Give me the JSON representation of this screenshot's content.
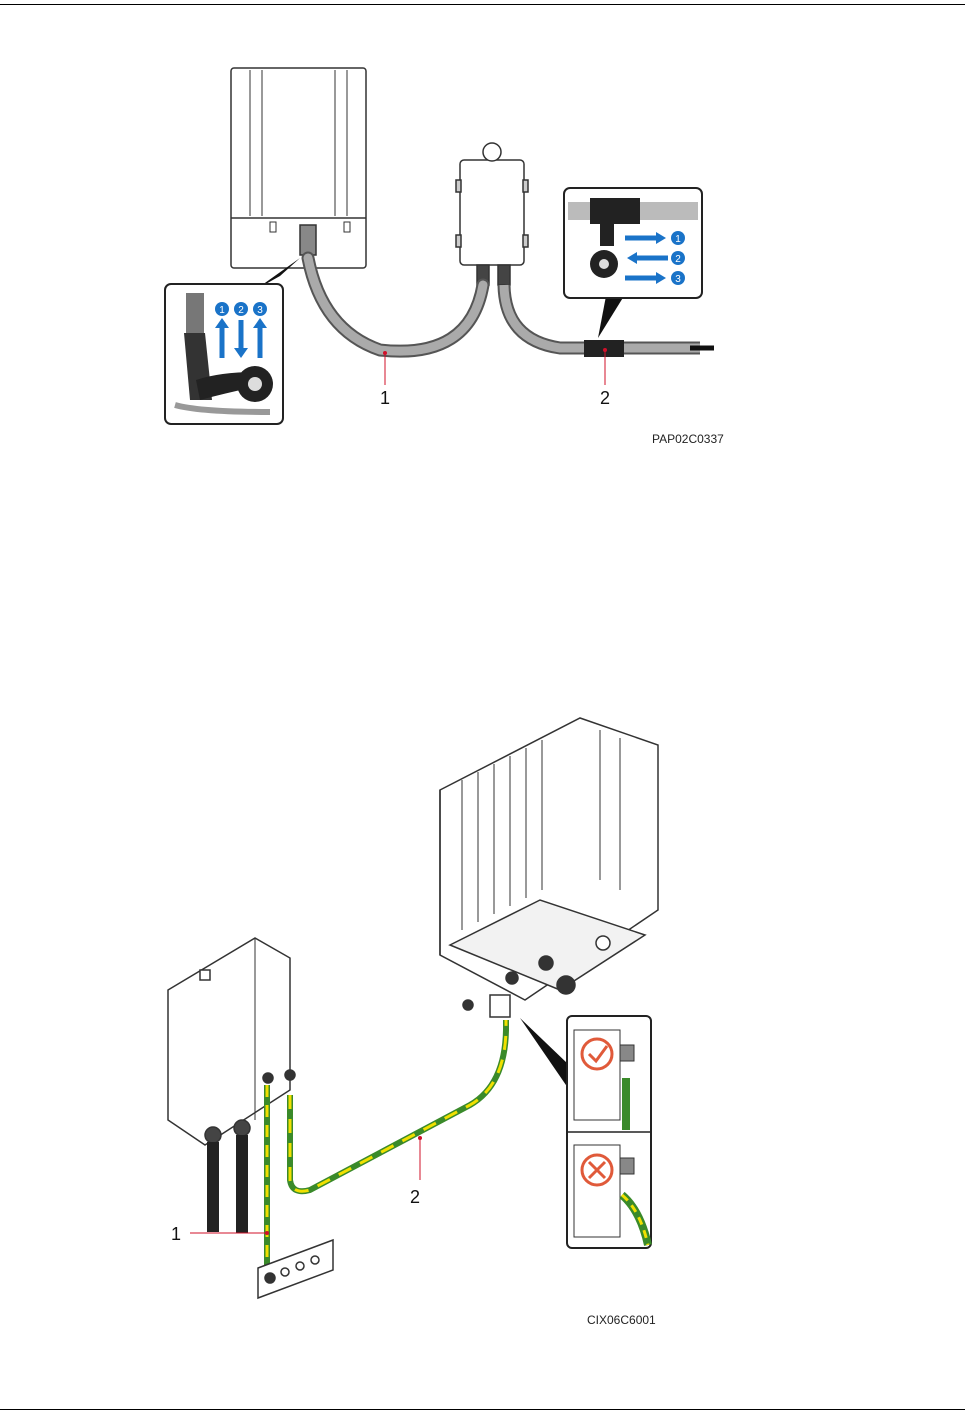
{
  "figure1": {
    "callouts": [
      "1",
      "2"
    ],
    "steps_left": [
      "1",
      "2",
      "3"
    ],
    "steps_right": [
      "1",
      "2",
      "3"
    ],
    "code": "PAP02C0337"
  },
  "figure2": {
    "callouts": [
      "1",
      "2"
    ],
    "code": "CIX06C6001"
  }
}
